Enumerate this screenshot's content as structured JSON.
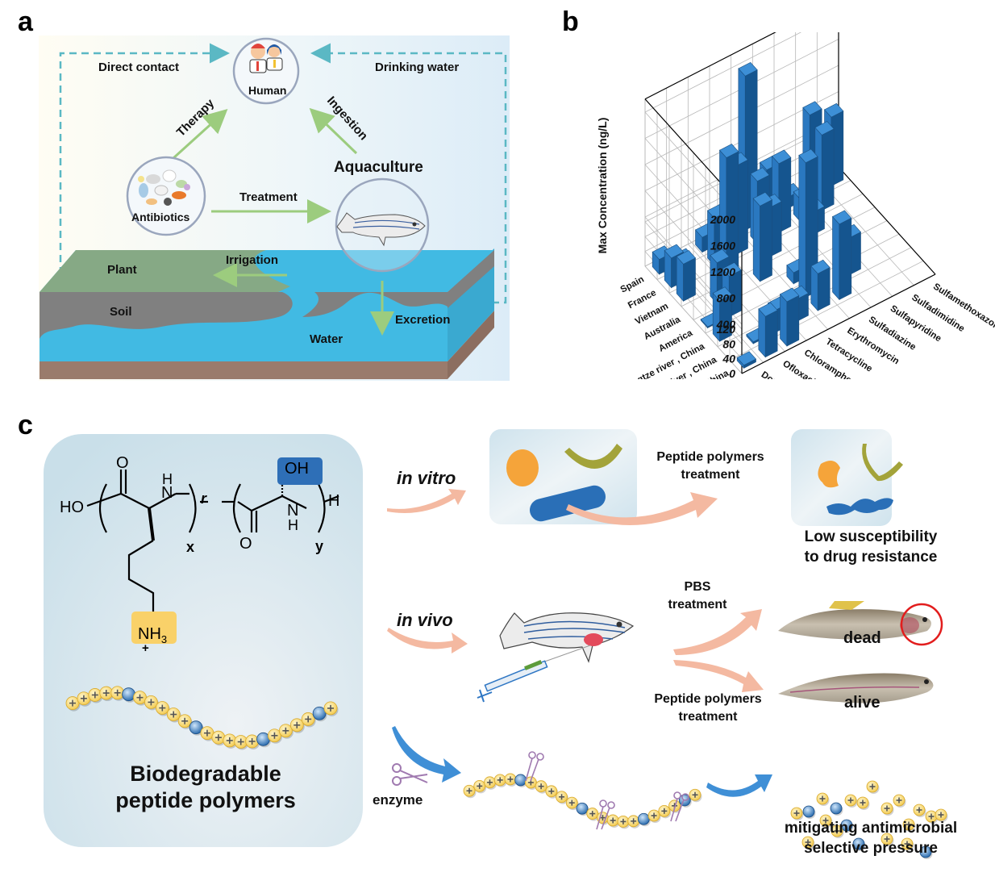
{
  "panels": {
    "a": {
      "letter": "a",
      "nodes": {
        "human": "Human",
        "antibiotics": "Antibiotics",
        "aquaculture": "Aquaculture"
      },
      "pathways": {
        "direct_contact": "Direct contact",
        "drinking_water": "Drinking water",
        "therapy": "Therapy",
        "ingestion": "Ingestion",
        "treatment": "Treatment",
        "irrigation": "Irrigation",
        "excretion": "Excretion"
      },
      "layers": {
        "plant": "Plant",
        "soil": "Soil",
        "water": "Water"
      },
      "colors": {
        "dashed_arrow": "#5bb8c4",
        "green_arrow": "#9ccc7e",
        "plant": "#86a985",
        "soil": "#808080",
        "water": "#41bae3",
        "earth": "#9a7b6c",
        "circle": "#9aa6bd"
      }
    },
    "b": {
      "letter": "b"
    },
    "c": {
      "letter": "c",
      "polymer_title_line1": "Biodegradable",
      "polymer_title_line2": "peptide polymers",
      "chem": {
        "ho": "HO",
        "o_top": "O",
        "nh_h": "H",
        "nh_n": "N",
        "x": "x",
        "r": "r",
        "o_bottom": "O",
        "n2": "N",
        "h2": "H",
        "y": "y",
        "h_end": "H",
        "oh": "OH",
        "nh3": "NH",
        "nh3_sub": "3",
        "plus": "+"
      },
      "in_vitro": {
        "label": "in vitro",
        "arrow_label_line1": "Peptide polymers",
        "arrow_label_line2": "treatment",
        "result_line1": "Low susceptibility",
        "result_line2": "to drug resistance"
      },
      "in_vivo": {
        "label": "in vivo",
        "pbs_line1": "PBS",
        "pbs_line2": "treatment",
        "peptide_line1": "Peptide polymers",
        "peptide_line2": "treatment",
        "dead": "dead",
        "alive": "alive"
      },
      "degradation": {
        "enzyme": "enzyme",
        "result_line1": "mitigating antimicrobial",
        "result_line2": "selective pressure"
      },
      "colors": {
        "bead_yellow": "#f2d36b",
        "bead_blue": "#2f7fc1",
        "oh_box": "#2e6fb7",
        "nh3_box": "#f9d169",
        "salmon_arrow": "#f4b9a1",
        "blue_arrow": "#3f8fd6",
        "scissors": "#a07ab0"
      }
    }
  },
  "chart_data": {
    "type": "bar3d",
    "title": "",
    "zlabel": "Max Concentration (ng/L)",
    "z_ticks": [
      "0",
      "40",
      "80",
      "120",
      "400",
      "800",
      "1200",
      "1600",
      "2000"
    ],
    "z_axis_break": "between 120 and 400",
    "locations": [
      "Spain",
      "France",
      "Vietnam",
      "Australia",
      "America",
      "Yangtze river , China",
      "Huangpu river , China",
      "Peral river , China"
    ],
    "antibiotics": [
      "Doxycycline",
      "Ofloxacin",
      "Chloramphenicol",
      "Tetracycline",
      "Erythromycin",
      "Sulfadiazine",
      "Sulfapyridine",
      "Sulfadimidine",
      "Sulfamethoxazole"
    ],
    "bar_color": "#1f6fb4",
    "bars": [
      {
        "location": "Spain",
        "antibiotic": "Doxycycline",
        "value": 40
      },
      {
        "location": "France",
        "antibiotic": "Doxycycline",
        "value": 80
      },
      {
        "location": "Vietnam",
        "antibiotic": "Doxycycline",
        "value": 100
      },
      {
        "location": "America",
        "antibiotic": "Doxycycline",
        "value": 3
      },
      {
        "location": "Yangtze river , China",
        "antibiotic": "Doxycycline",
        "value": 110
      },
      {
        "location": "Peral river , China",
        "antibiotic": "Doxycycline",
        "value": 8
      },
      {
        "location": "Spain",
        "antibiotic": "Ofloxacin",
        "value": 3
      },
      {
        "location": "Australia",
        "antibiotic": "Ofloxacin",
        "value": 110
      },
      {
        "location": "America",
        "antibiotic": "Ofloxacin",
        "value": 110
      },
      {
        "location": "Huangpu river , China",
        "antibiotic": "Ofloxacin",
        "value": 5
      },
      {
        "location": "Peral river , China",
        "antibiotic": "Ofloxacin",
        "value": 110
      },
      {
        "location": "Spain",
        "antibiotic": "Chloramphenicol",
        "value": 40
      },
      {
        "location": "France",
        "antibiotic": "Chloramphenicol",
        "value": 300
      },
      {
        "location": "Vietnam",
        "antibiotic": "Chloramphenicol",
        "value": 1500
      },
      {
        "location": "Huangpu river , China",
        "antibiotic": "Chloramphenicol",
        "value": 60
      },
      {
        "location": "Peral river , China",
        "antibiotic": "Chloramphenicol",
        "value": 120
      },
      {
        "location": "France",
        "antibiotic": "Tetracycline",
        "value": 1000
      },
      {
        "location": "Australia",
        "antibiotic": "Tetracycline",
        "value": 800
      },
      {
        "location": "Yangtze river , China",
        "antibiotic": "Tetracycline",
        "value": 3
      },
      {
        "location": "Huangpu river , China",
        "antibiotic": "Tetracycline",
        "value": 60
      },
      {
        "location": "Spain",
        "antibiotic": "Erythromycin",
        "value": 2000
      },
      {
        "location": "France",
        "antibiotic": "Erythromycin",
        "value": 600
      },
      {
        "location": "Vietnam",
        "antibiotic": "Erythromycin",
        "value": 400
      },
      {
        "location": "America",
        "antibiotic": "Erythromycin",
        "value": 30
      },
      {
        "location": "Yangtze river , China",
        "antibiotic": "Erythromycin",
        "value": 1700
      },
      {
        "location": "Huangpu river , China",
        "antibiotic": "Erythromycin",
        "value": 100
      },
      {
        "location": "Spain",
        "antibiotic": "Sulfadiazine",
        "value": 400
      },
      {
        "location": "France",
        "antibiotic": "Sulfadiazine",
        "value": 700
      },
      {
        "location": "Huangpu river , China",
        "antibiotic": "Sulfadiazine",
        "value": 800
      },
      {
        "location": "Spain",
        "antibiotic": "Sulfapyridine",
        "value": 30
      },
      {
        "location": "France",
        "antibiotic": "Sulfapyridine",
        "value": 60
      },
      {
        "location": "Vietnam",
        "antibiotic": "Sulfapyridine",
        "value": 60
      },
      {
        "location": "Yangtze river , China",
        "antibiotic": "Sulfapyridine",
        "value": 100
      },
      {
        "location": "Spain",
        "antibiotic": "Sulfadimidine",
        "value": 900
      },
      {
        "location": "France",
        "antibiotic": "Sulfadimidine",
        "value": 800
      },
      {
        "location": "Spain",
        "antibiotic": "Sulfamethoxazole",
        "value": 700
      }
    ]
  }
}
